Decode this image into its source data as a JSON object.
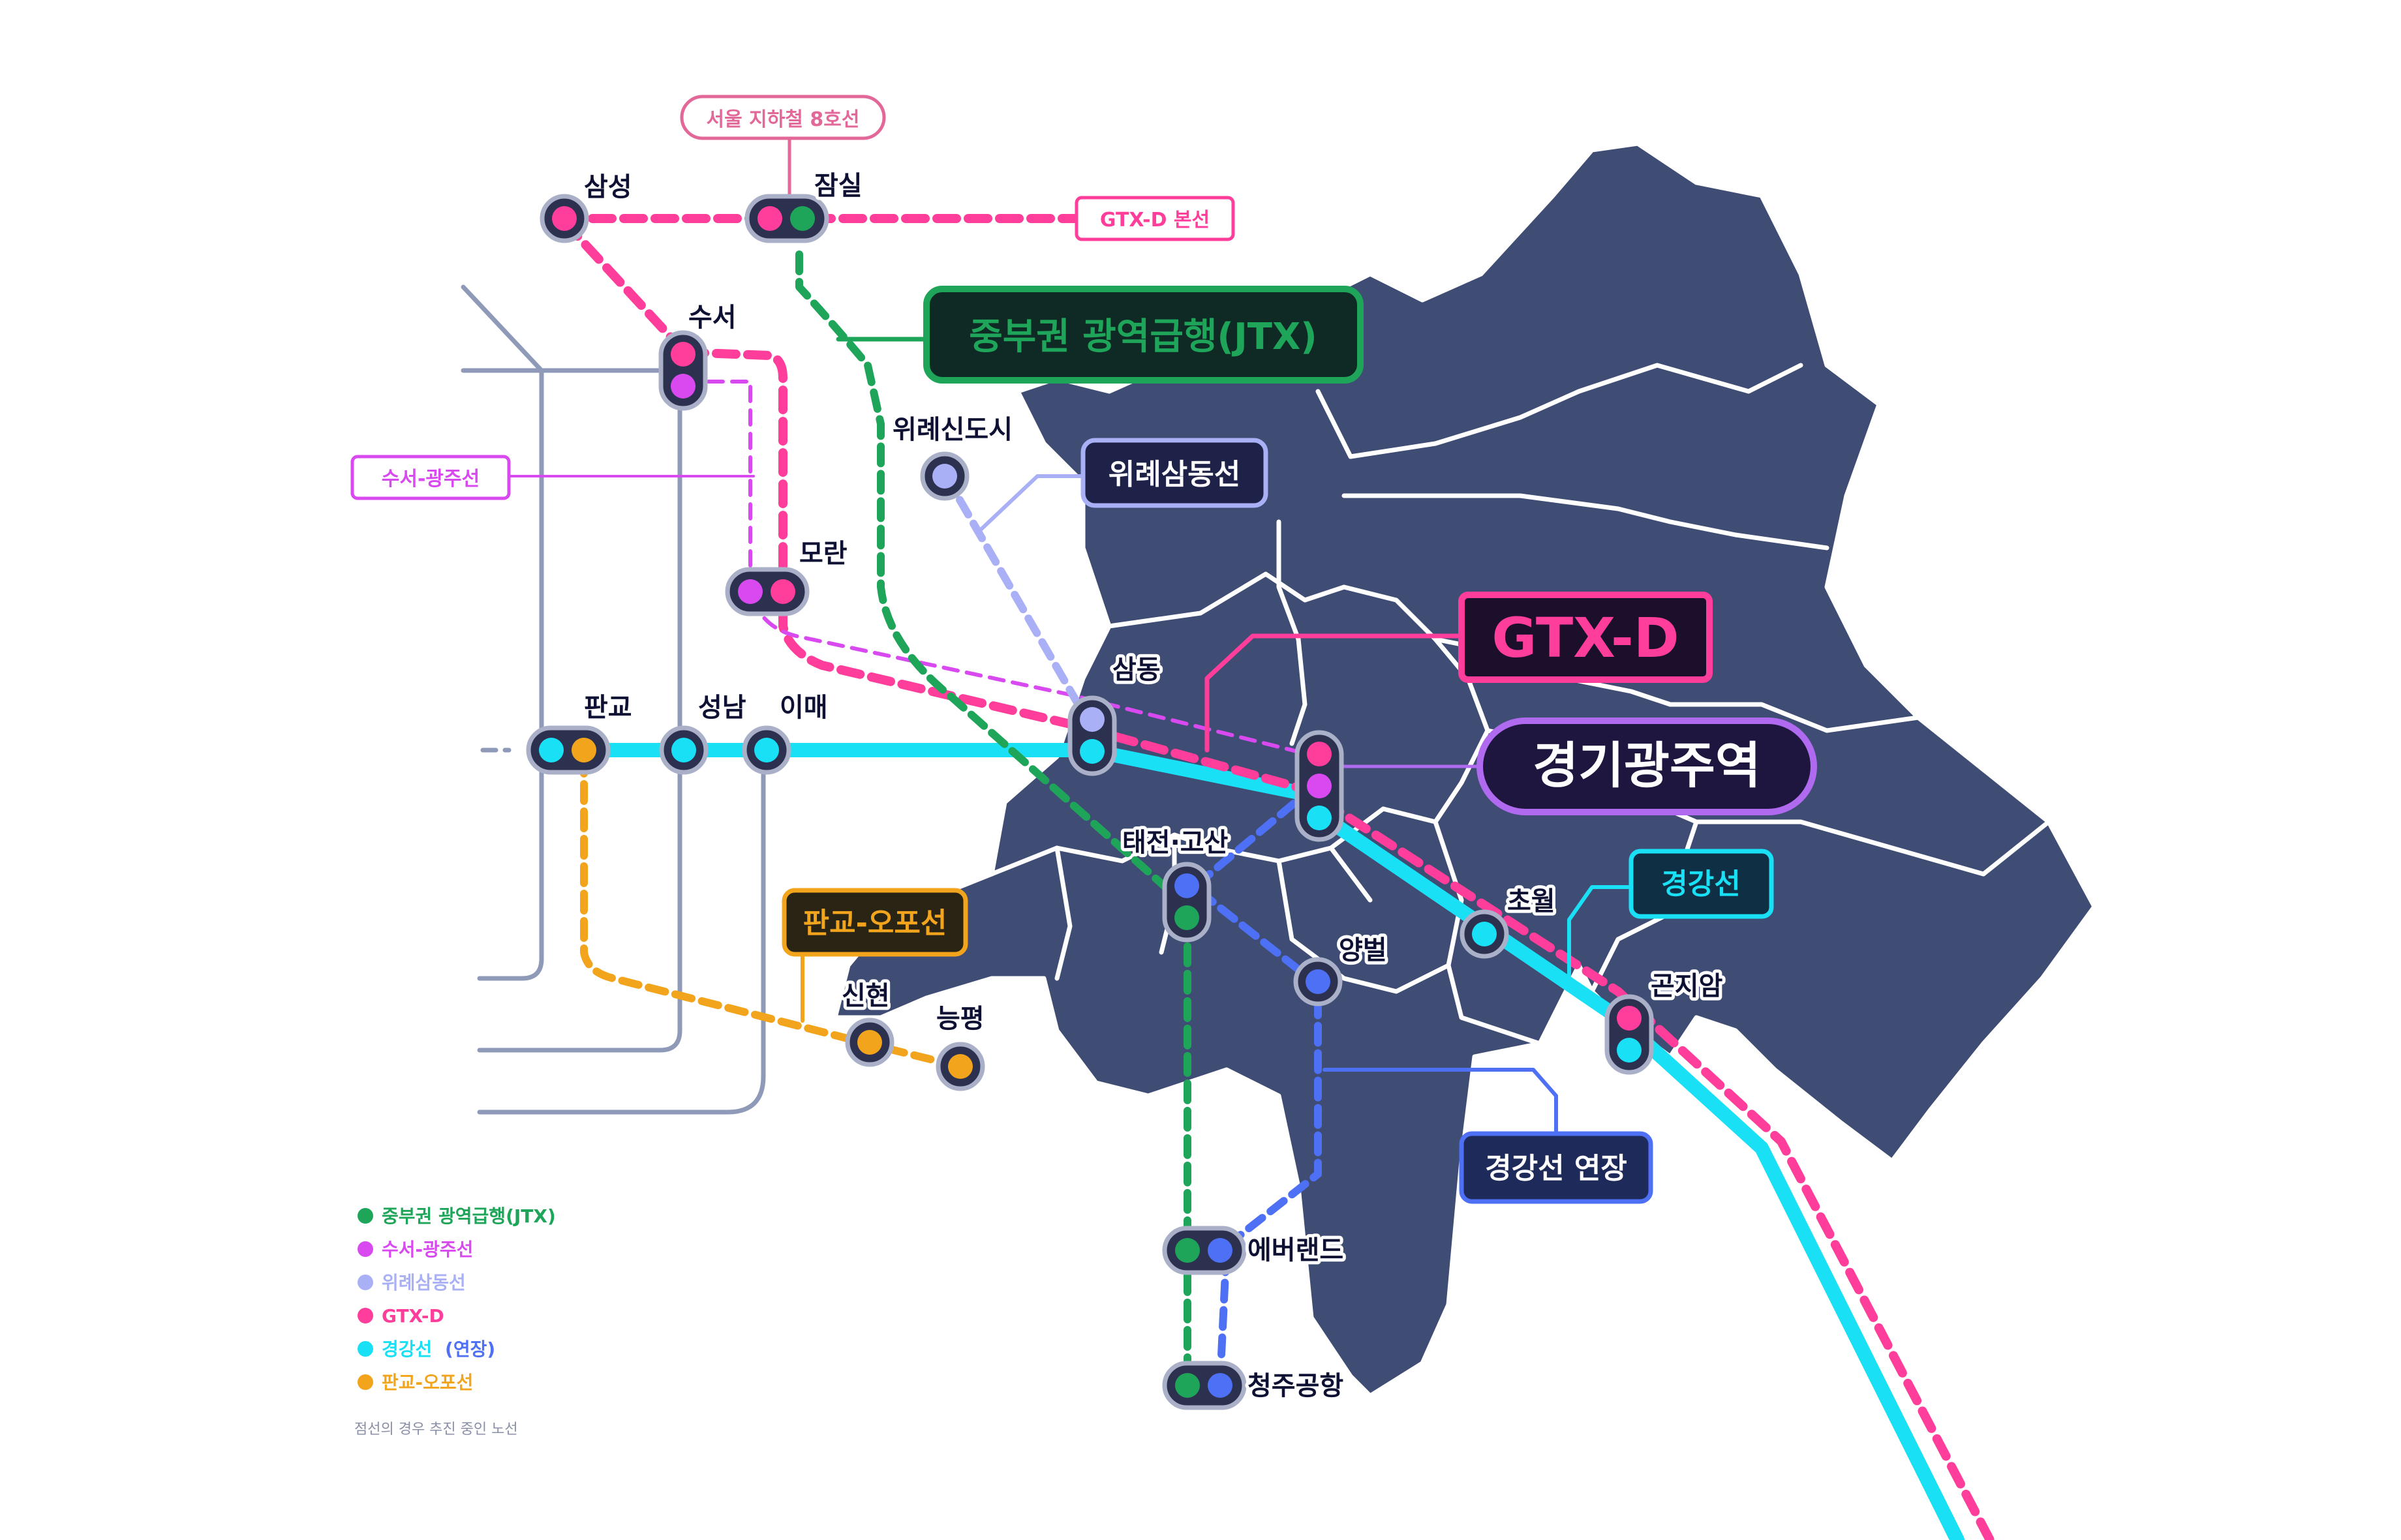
{
  "colors": {
    "jtx": "#1fa55a",
    "suseo_gwangju": "#d84af0",
    "wirye_samdong": "#aab0f5",
    "gtx_d": "#ff3d9a",
    "gyeonggang": "#1ae0f5",
    "gyeonggang_ext": "#4d70f5",
    "pangyo_opo": "#f2a41c",
    "existing": "#8e9ab8",
    "region": "#3f4d75",
    "region_border": "#ffffff",
    "station_ring": "#a9b0c8",
    "station_bg": "#2c3150"
  },
  "callouts": {
    "seoul_line8": "서울 지하철 8호선",
    "gtx_d_main": "GTX-D 본선",
    "jtx": "중부권 광역급행(JTX)",
    "wirye_samdong": "위례삼동선",
    "suseo_gwangju": "수서-광주선",
    "gtx_d": "GTX-D",
    "gyeonggi_gwangju": "경기광주역",
    "gyeonggang": "경강선",
    "pangyo_opo": "판교-오포선",
    "gyeonggang_ext": "경강선 연장"
  },
  "stations": {
    "samseong": "삼성",
    "jamsil": "잠실",
    "suseo": "수서",
    "wirye_newtown": "위례신도시",
    "moran": "모란",
    "samdong": "삼동",
    "pangyo": "판교",
    "seongnam": "성남",
    "imae": "이매",
    "taejeon_gosan": "태전·고산",
    "chowol": "초월",
    "yangbeol": "양벌",
    "sinhyeon": "신현",
    "neungpyeong": "능평",
    "gonjiam": "곤지암",
    "everland": "에버랜드",
    "cheongju_airport": "청주공항"
  },
  "legend": {
    "items": [
      {
        "label": "중부권 광역급행(JTX)",
        "color": "#1fa55a"
      },
      {
        "label": "수서-광주선",
        "color": "#d84af0"
      },
      {
        "label": "위례삼동선",
        "color": "#aab0f5"
      },
      {
        "label": "GTX-D",
        "color": "#ff3d9a"
      },
      {
        "label": "경강선",
        "label_extra": "(연장)",
        "color": "#1ae0f5",
        "extra_color": "#4d70f5"
      },
      {
        "label": "판교-오포선",
        "color": "#f2a41c"
      }
    ],
    "note": "점선의 경우 추진 중인 노선"
  }
}
